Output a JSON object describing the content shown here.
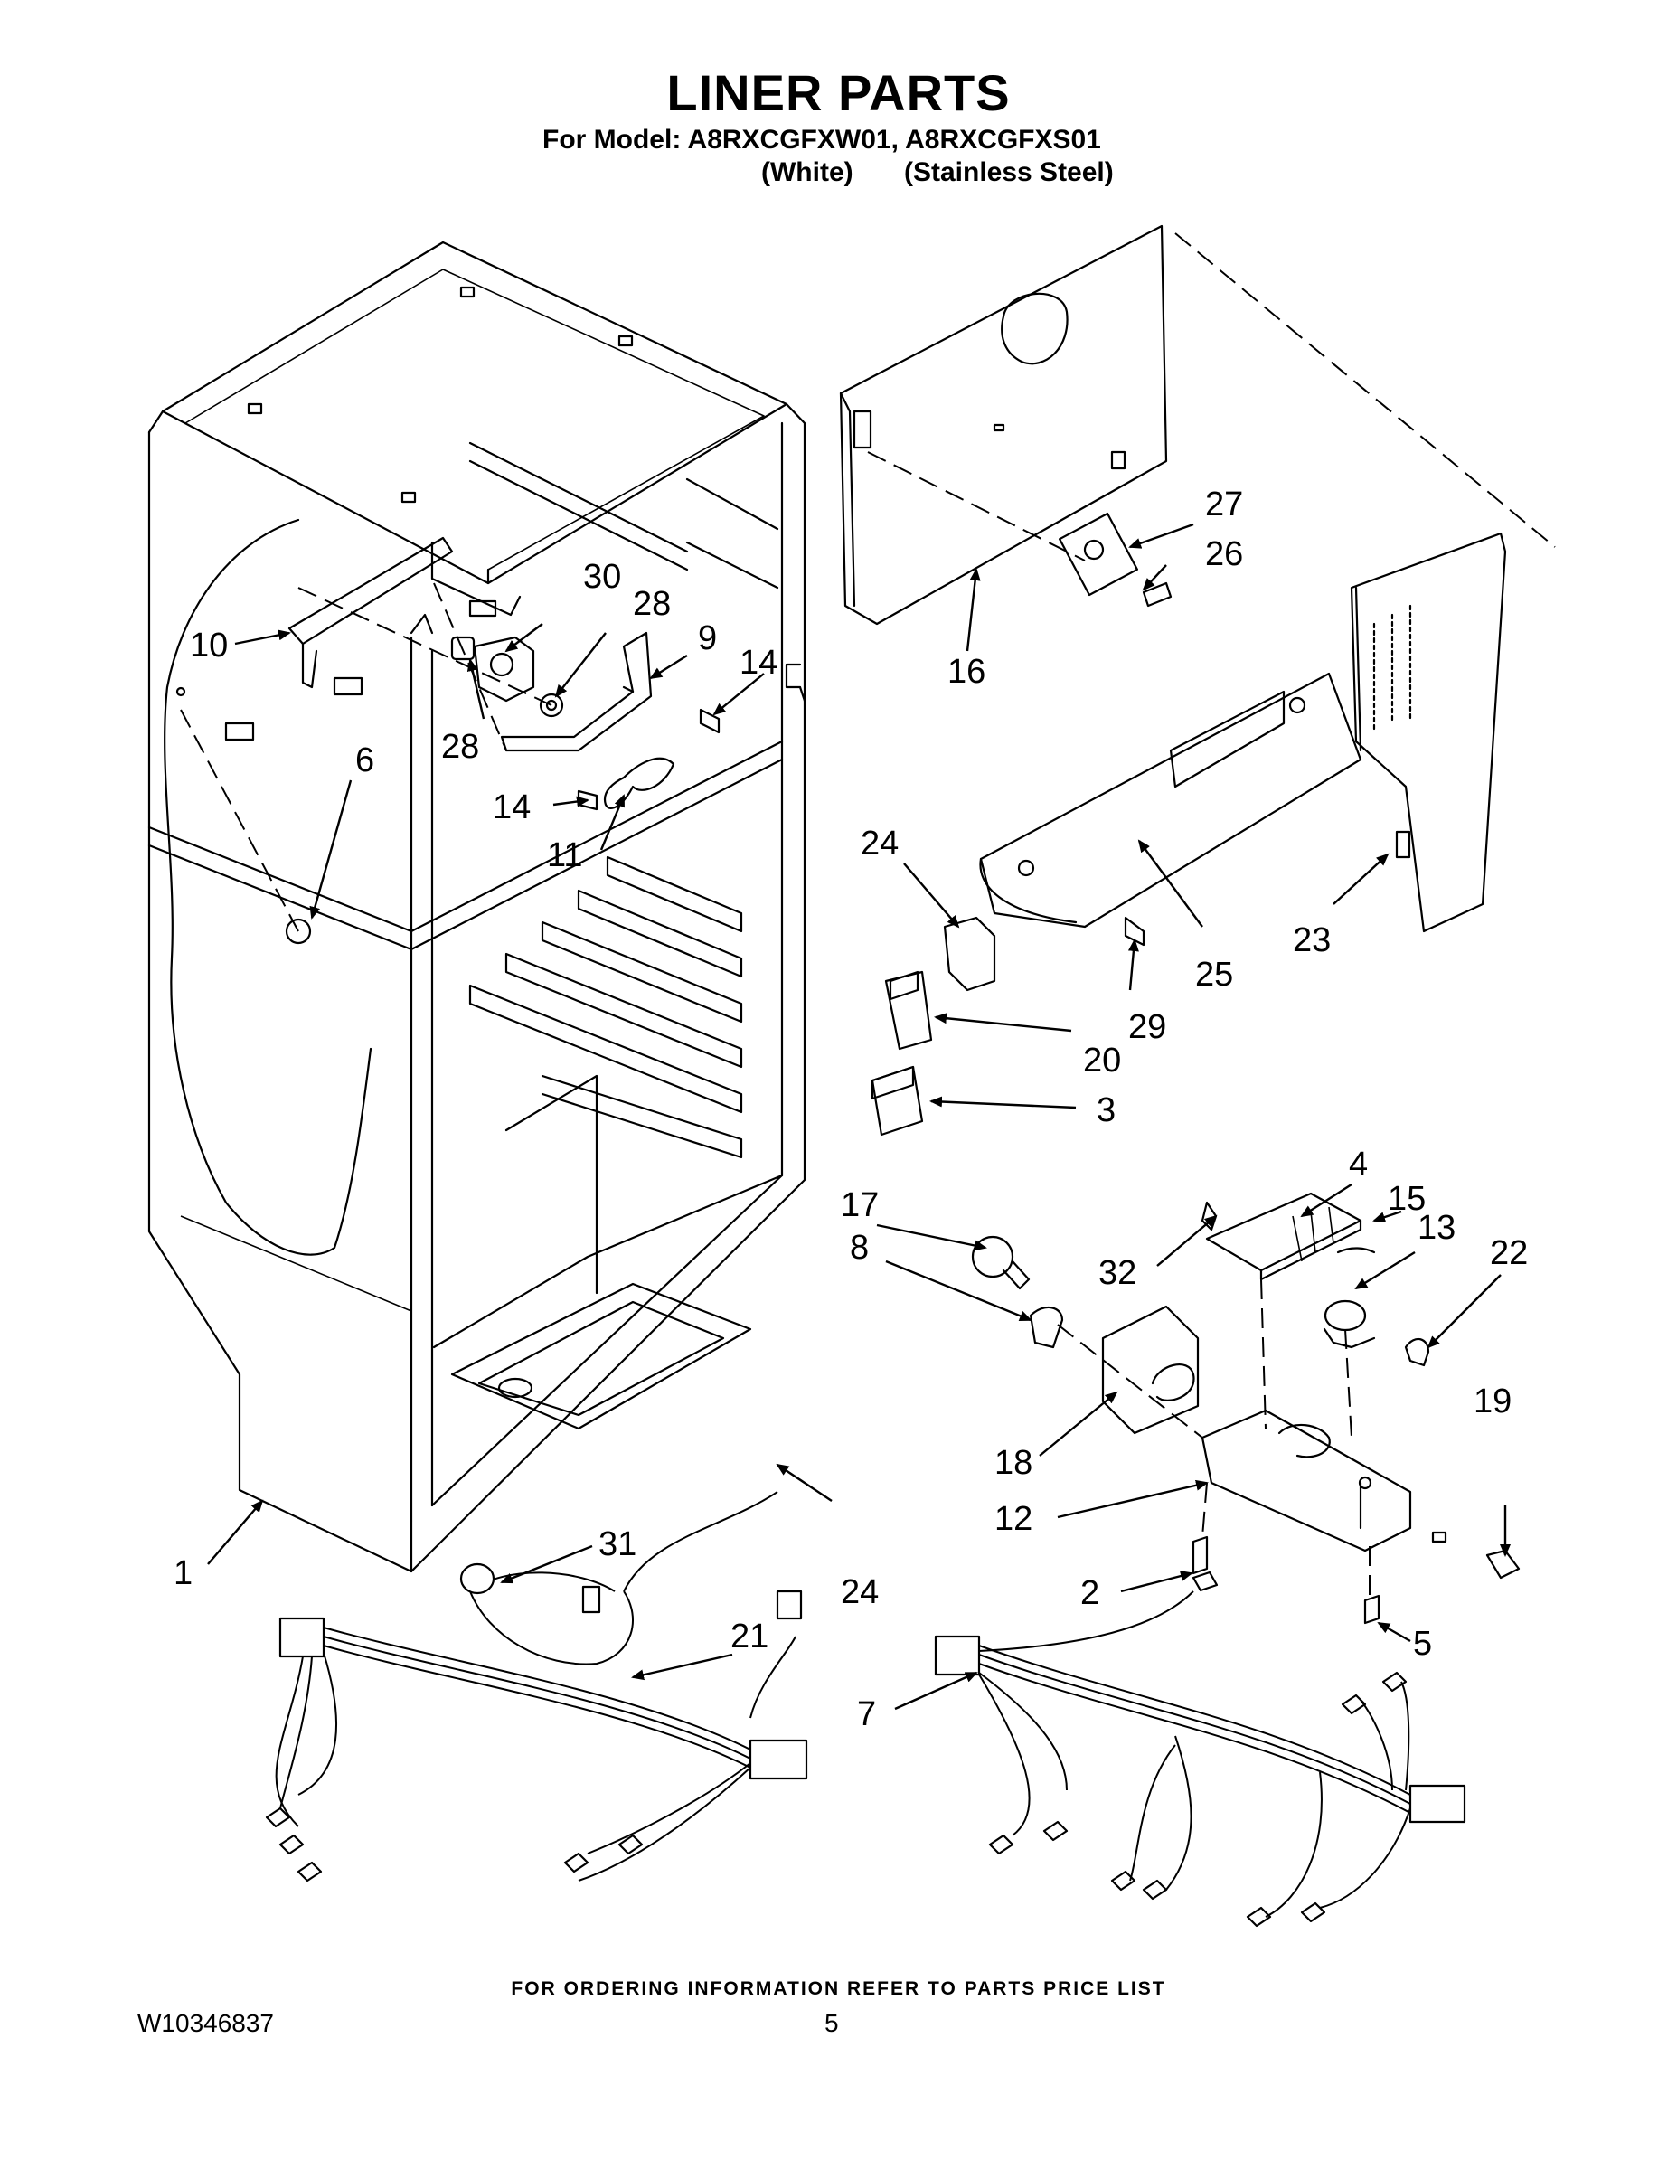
{
  "header": {
    "title": "LINER PARTS",
    "model_line": "For Model: A8RXCGFXW01, A8RXCGFXS01",
    "variant_1": "(White)",
    "variant_2": "(Stainless Steel)"
  },
  "footer": {
    "ordering_note": "FOR ORDERING INFORMATION REFER TO PARTS PRICE LIST",
    "document_number": "W10346837",
    "page_number": "5"
  },
  "callouts": [
    {
      "id": "c1",
      "label": "1"
    },
    {
      "id": "c2",
      "label": "2"
    },
    {
      "id": "c3",
      "label": "3"
    },
    {
      "id": "c4",
      "label": "4"
    },
    {
      "id": "c5",
      "label": "5"
    },
    {
      "id": "c6",
      "label": "6"
    },
    {
      "id": "c7",
      "label": "7"
    },
    {
      "id": "c8",
      "label": "8"
    },
    {
      "id": "c9",
      "label": "9"
    },
    {
      "id": "c10",
      "label": "10"
    },
    {
      "id": "c11",
      "label": "11"
    },
    {
      "id": "c12",
      "label": "12"
    },
    {
      "id": "c13",
      "label": "13"
    },
    {
      "id": "c14a",
      "label": "14"
    },
    {
      "id": "c14b",
      "label": "14"
    },
    {
      "id": "c15",
      "label": "15"
    },
    {
      "id": "c16",
      "label": "16"
    },
    {
      "id": "c17",
      "label": "17"
    },
    {
      "id": "c18",
      "label": "18"
    },
    {
      "id": "c19",
      "label": "19"
    },
    {
      "id": "c20",
      "label": "20"
    },
    {
      "id": "c21",
      "label": "21"
    },
    {
      "id": "c22",
      "label": "22"
    },
    {
      "id": "c23",
      "label": "23"
    },
    {
      "id": "c24a",
      "label": "24"
    },
    {
      "id": "c24b",
      "label": "24"
    },
    {
      "id": "c25",
      "label": "25"
    },
    {
      "id": "c26",
      "label": "26"
    },
    {
      "id": "c27",
      "label": "27"
    },
    {
      "id": "c28a",
      "label": "28"
    },
    {
      "id": "c28b",
      "label": "28"
    },
    {
      "id": "c29",
      "label": "29"
    },
    {
      "id": "c30",
      "label": "30"
    },
    {
      "id": "c31",
      "label": "31"
    },
    {
      "id": "c32",
      "label": "32"
    }
  ]
}
